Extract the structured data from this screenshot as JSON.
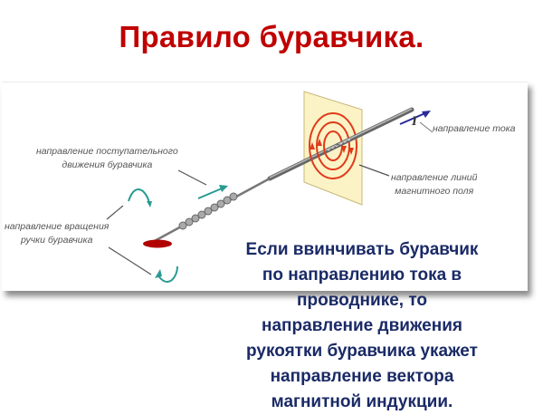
{
  "title": "Правило буравчика.",
  "diagram": {
    "labels": {
      "translational_motion": [
        "направление поступательного",
        "движения буравчика"
      ],
      "rotation_direction": [
        "направление вращения",
        "ручки буравчика"
      ],
      "current_direction": "направление тока",
      "current_symbol": "I",
      "field_lines": [
        "направление линий",
        "магнитного поля"
      ]
    },
    "colors": {
      "title": "#c00000",
      "rule_text": "#1a2a66",
      "arrows": "#2a9a93",
      "field_lines": "#e03a1a",
      "plane": "#fbf3c6",
      "handle": "#b00000",
      "current_arrow": "#2a2a9a"
    }
  },
  "rule": {
    "lines": [
      "Если ввинчивать буравчик",
      "по направлению тока в",
      "проводнике, то",
      "направление движения",
      "рукоятки буравчика укажет",
      "направление вектора",
      "магнитной индукции."
    ]
  }
}
